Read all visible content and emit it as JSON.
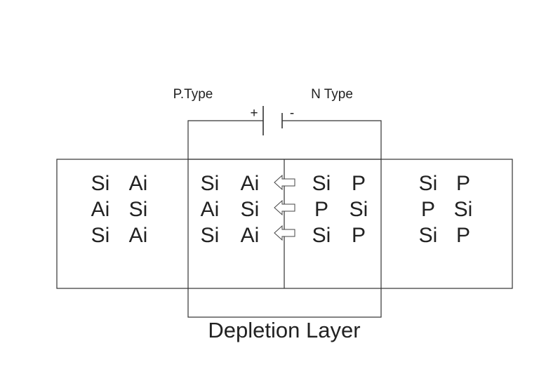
{
  "labels": {
    "p_type": "P.Type",
    "n_type": "N Type",
    "plus": "+",
    "minus": "-",
    "depletion": "Depletion Layer"
  },
  "regions": {
    "p_outer": [
      [
        "Si",
        "Ai"
      ],
      [
        "Ai",
        "Si"
      ],
      [
        "Si",
        "Ai"
      ]
    ],
    "p_depletion": [
      [
        "Si",
        "Ai"
      ],
      [
        "Ai",
        "Si"
      ],
      [
        "Si",
        "Ai"
      ]
    ],
    "n_depletion": [
      [
        "Si",
        "P"
      ],
      [
        "P",
        "Si"
      ],
      [
        "Si",
        "P"
      ]
    ],
    "n_outer": [
      [
        "Si",
        "P"
      ],
      [
        "P",
        "Si"
      ],
      [
        "Si",
        "P"
      ]
    ]
  },
  "arrows": {
    "count": 3,
    "direction": "left"
  },
  "colors": {
    "line": "#333333",
    "text": "#222222"
  }
}
